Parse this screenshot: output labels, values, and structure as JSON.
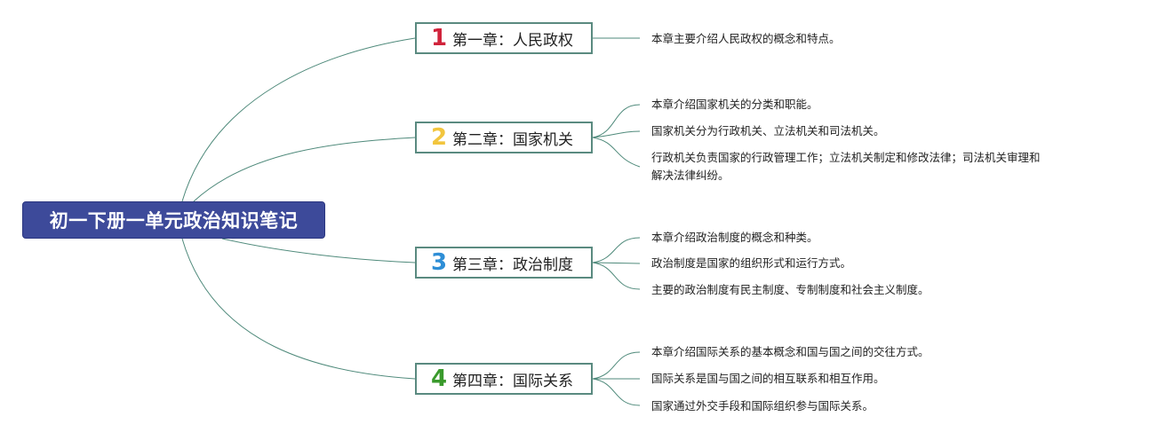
{
  "root": {
    "title": "初一下册一单元政治知识笔记"
  },
  "colors": {
    "root_fill": "#3d4a9a",
    "link": "#4f8a7b",
    "chapter_border": "#5a8a80",
    "num_1": "#d0233b",
    "num_2": "#f2c53d",
    "num_3": "#2e8ed6",
    "num_4": "#3a9a2c"
  },
  "chapters": [
    {
      "number": "1",
      "title": "第一章：人民政权",
      "notes": [
        "本章主要介绍人民政权的概念和特点。"
      ]
    },
    {
      "number": "2",
      "title": "第二章：国家机关",
      "notes": [
        "本章介绍国家机关的分类和职能。",
        "国家机关分为行政机关、立法机关和司法机关。",
        "行政机关负责国家的行政管理工作；立法机关制定和修改法律；司法机关审理和",
        "解决法律纠纷。"
      ]
    },
    {
      "number": "3",
      "title": "第三章：政治制度",
      "notes": [
        "本章介绍政治制度的概念和种类。",
        "政治制度是国家的组织形式和运行方式。",
        "主要的政治制度有民主制度、专制制度和社会主义制度。"
      ]
    },
    {
      "number": "4",
      "title": "第四章：国际关系",
      "notes": [
        "本章介绍国际关系的基本概念和国与国之间的交往方式。",
        "国际关系是国与国之间的相互联系和相互作用。",
        "国家通过外交手段和国际组织参与国际关系。"
      ]
    }
  ]
}
